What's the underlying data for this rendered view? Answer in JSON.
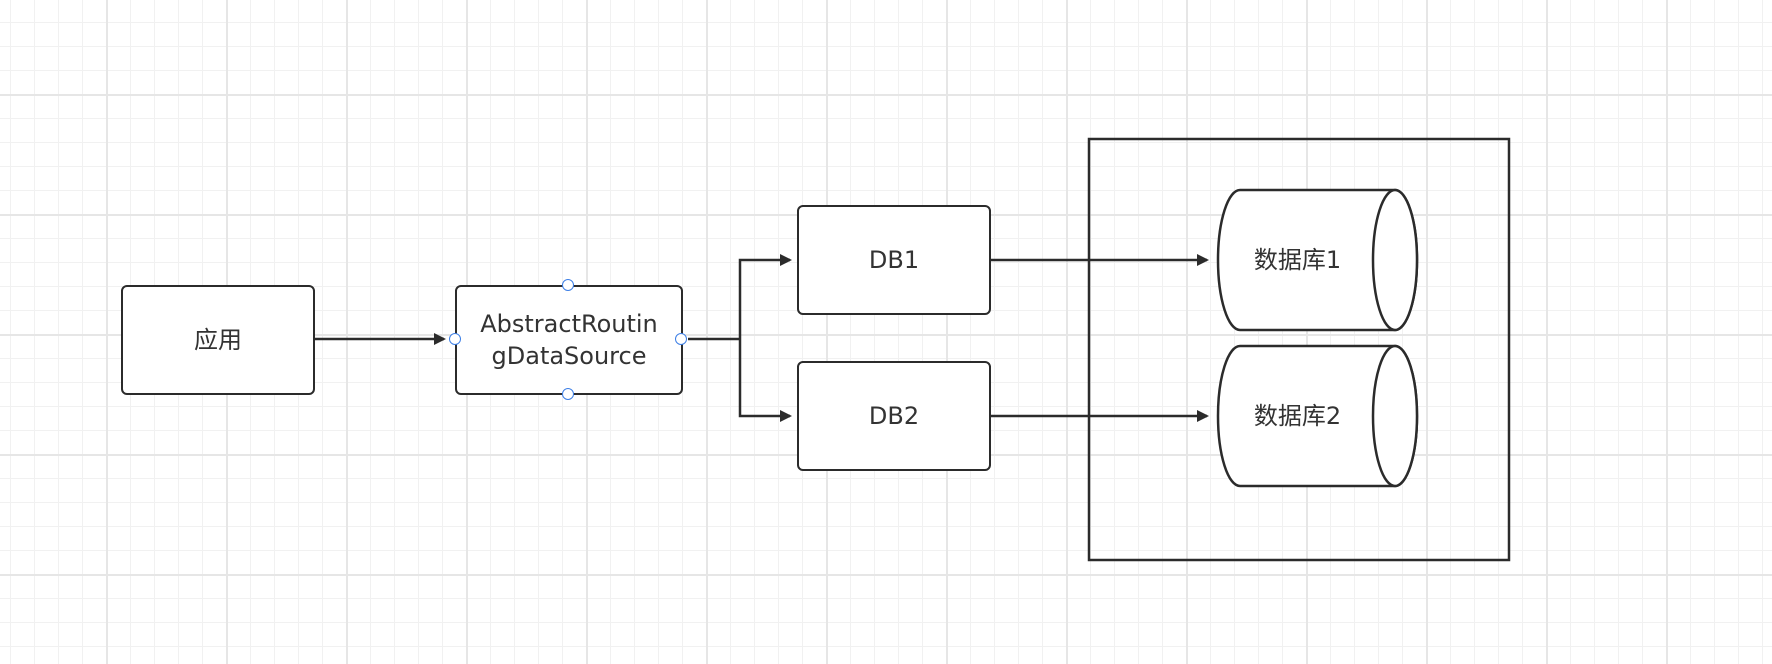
{
  "nodes": {
    "app": {
      "label": "应用"
    },
    "router": {
      "label_line1": "AbstractRoutin",
      "label_line2": "gDataSource"
    },
    "db1": {
      "label": "DB1"
    },
    "db2": {
      "label": "DB2"
    },
    "database1": {
      "label": "数据库1"
    },
    "database2": {
      "label": "数据库2"
    }
  },
  "colors": {
    "stroke": "#2b2b2b",
    "text": "#333333",
    "selection_handle": "#3d7fe6",
    "grid": "#e6e6e6"
  }
}
